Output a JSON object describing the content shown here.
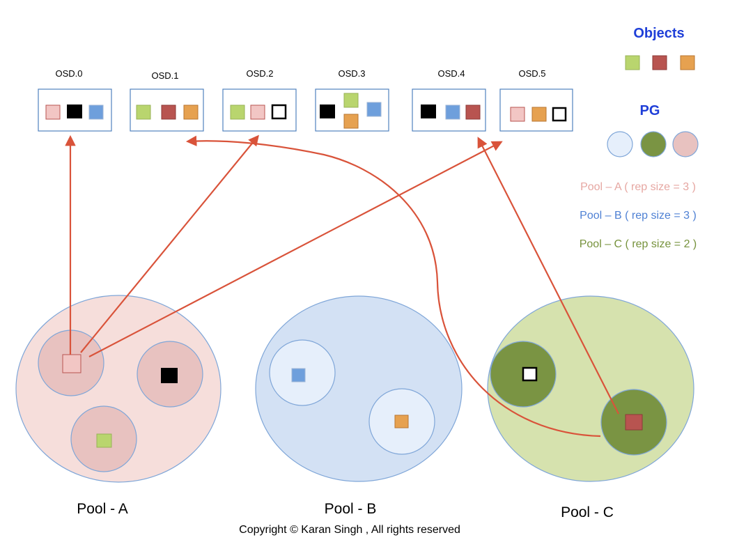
{
  "colors": {
    "green_obj": "#b9d56e",
    "red_obj": "#b85450",
    "orange_obj": "#e6a150",
    "blue_obj": "#6e9fdc",
    "pink_obj": "#f2c6c4",
    "black_obj": "#000000",
    "white_obj": "#ffffff",
    "osd_border": "#4f81bd",
    "arrow": "#d9533a",
    "pool_a_fill": "#f6dedb",
    "pool_b_fill": "#d3e1f4",
    "pool_c_fill": "#d6e2ae",
    "pg_a_fill": "#e8c2c0",
    "pg_b_fill": "#e6effb",
    "pg_c_fill": "#7a9443",
    "legend_title": "#1f3fd8",
    "pool_a_legend": "#e6a7a2",
    "pool_b_legend": "#4f81d4",
    "pool_c_legend": "#76923c"
  },
  "osds": [
    {
      "label": "OSD.0",
      "objects": [
        "pink_obj",
        "black_obj",
        "blue_obj"
      ]
    },
    {
      "label": "OSD.1",
      "objects": [
        "green_obj",
        "red_obj",
        "orange_obj"
      ]
    },
    {
      "label": "OSD.2",
      "objects": [
        "green_obj",
        "pink_obj",
        "white_obj"
      ]
    },
    {
      "label": "OSD.3",
      "objects": [
        "black_obj",
        "green_obj",
        "orange_obj",
        "blue_obj"
      ]
    },
    {
      "label": "OSD.4",
      "objects": [
        "black_obj",
        "blue_obj",
        "red_obj"
      ]
    },
    {
      "label": "OSD.5",
      "objects": [
        "pink_obj",
        "orange_obj",
        "white_obj"
      ]
    }
  ],
  "legend": {
    "objects_title": "Objects",
    "objects_swatches": [
      "green_obj",
      "red_obj",
      "orange_obj"
    ],
    "pg_title": "PG",
    "pg_swatches": [
      "pg_b_fill",
      "pg_c_fill",
      "pg_a_fill"
    ],
    "pool_a": "Pool – A ( rep size = 3 )",
    "pool_b": "Pool – B ( rep size = 3 )",
    "pool_c": "Pool – C ( rep size = 2 )"
  },
  "pools": [
    {
      "label": "Pool - A",
      "pgs": [
        {
          "object": "pink_obj"
        },
        {
          "object": "black_obj"
        },
        {
          "object": "green_obj"
        }
      ]
    },
    {
      "label": "Pool - B",
      "pgs": [
        {
          "object": "blue_obj"
        },
        {
          "object": "orange_obj"
        }
      ]
    },
    {
      "label": "Pool - C",
      "pgs": [
        {
          "object": "white_obj"
        },
        {
          "object": "red_obj"
        }
      ]
    }
  ],
  "copyright": "Copyright  © Karan Singh , All rights reserved"
}
